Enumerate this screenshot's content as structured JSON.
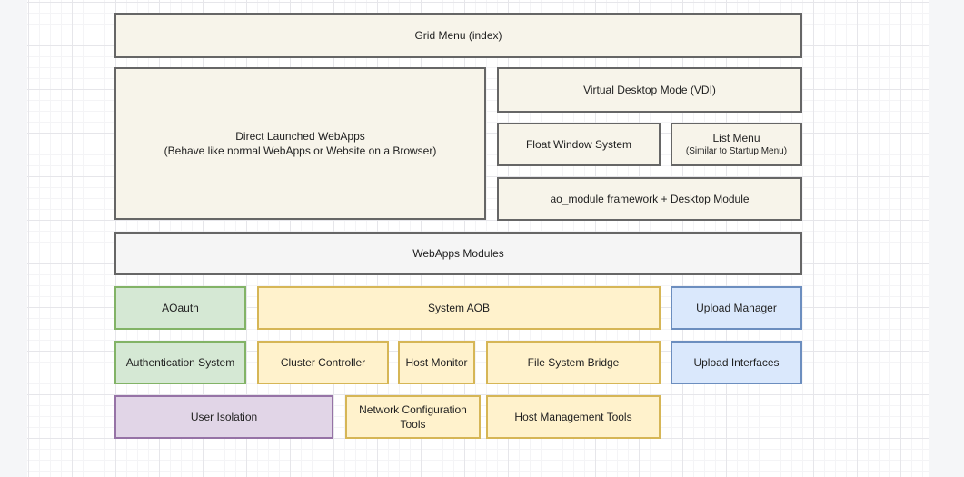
{
  "palette": {
    "offpage": "#f5f6f8",
    "grid_minor": "#f4f4f6",
    "grid_major": "#e6e6ea",
    "cream_fill": "#f7f4ea",
    "cream_stroke": "#666666",
    "gray_fill": "#f5f5f5",
    "gray_stroke": "#666666",
    "green_fill": "#d5e8d4",
    "green_stroke": "#82b366",
    "yellow_fill": "#fff2cc",
    "yellow_stroke": "#d6b656",
    "blue_fill": "#dae8fc",
    "blue_stroke": "#6c8ebf",
    "purple_fill": "#e1d5e7",
    "purple_stroke": "#9673a6"
  },
  "nodes": {
    "grid_menu": {
      "label": "Grid Menu (index)"
    },
    "direct_webapps": {
      "line1": "Direct Launched WebApps",
      "line2": "(Behave like normal WebApps or Website on a Browser)"
    },
    "vdi": {
      "label": "Virtual Desktop Mode (VDI)"
    },
    "float_window": {
      "label": "Float Window System"
    },
    "list_menu": {
      "label": "List Menu",
      "sublabel": "(Similar to Startup Menu)"
    },
    "ao_module": {
      "label": "ao_module framework + Desktop Module"
    },
    "webapps_modules": {
      "label": "WebApps Modules"
    },
    "aoauth": {
      "label": "AOauth"
    },
    "system_aob": {
      "label": "System AOB"
    },
    "upload_manager": {
      "label": "Upload Manager"
    },
    "auth_system": {
      "label": "Authentication System"
    },
    "cluster_controller": {
      "label": "Cluster Controller"
    },
    "host_monitor": {
      "label": "Host Monitor"
    },
    "fs_bridge": {
      "label": "File System Bridge"
    },
    "upload_interfaces": {
      "label": "Upload Interfaces"
    },
    "user_isolation": {
      "label": "User Isolation"
    },
    "network_config": {
      "label": "Network Configuration Tools"
    },
    "host_mgmt": {
      "label": "Host Management Tools"
    }
  }
}
